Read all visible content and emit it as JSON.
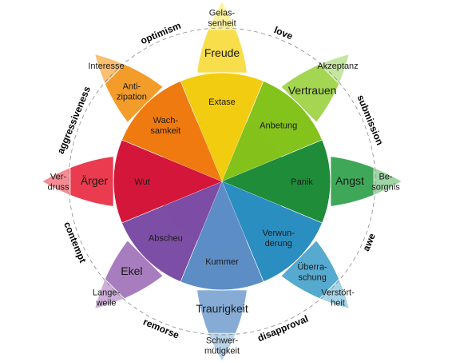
{
  "diagram": {
    "petals": [
      {
        "id": "joy",
        "tones": [
          "#fbf2a0",
          "#f8de4a",
          "#f2cc10"
        ],
        "labels": [
          [
            "Gelas-",
            "senheit"
          ],
          [
            "Freude"
          ],
          [
            "Extase"
          ]
        ]
      },
      {
        "id": "trust",
        "tones": [
          "#c4e6a0",
          "#a4d651",
          "#84c21c"
        ],
        "labels": [
          [
            "Akzeptanz"
          ],
          [
            "Vertrauen"
          ],
          [
            "Anbetung"
          ]
        ]
      },
      {
        "id": "fear",
        "tones": [
          "#9fd4a6",
          "#3fa858",
          "#1f8c3a"
        ],
        "labels": [
          [
            "Be-",
            "sorgnis"
          ],
          [
            "Angst"
          ],
          [
            "Panik"
          ]
        ]
      },
      {
        "id": "surprise",
        "tones": [
          "#a6d3e6",
          "#56a9cf",
          "#2a8ec0"
        ],
        "labels": [
          [
            "Verstört-",
            "heit"
          ],
          [
            "Überra-",
            "schung"
          ],
          [
            "Verwun-",
            "derung"
          ]
        ]
      },
      {
        "id": "sadness",
        "tones": [
          "#b9d3e8",
          "#86acd6",
          "#5c8dc5"
        ],
        "labels": [
          [
            "Schwer-",
            "mütigkeit"
          ],
          [
            "Traurigkeit"
          ],
          [
            "Kummer"
          ]
        ]
      },
      {
        "id": "disgust",
        "tones": [
          "#cdaed8",
          "#a87dbf",
          "#7d4ea6"
        ],
        "labels": [
          [
            "Lange-",
            "weile"
          ],
          [
            "Ekel"
          ],
          [
            "Abscheu"
          ]
        ]
      },
      {
        "id": "anger",
        "tones": [
          "#f58c93",
          "#ea3b4f",
          "#d4163b"
        ],
        "labels": [
          [
            "Ver-",
            "druss"
          ],
          [
            "Ärger"
          ],
          [
            "Wut"
          ]
        ]
      },
      {
        "id": "anticipation",
        "tones": [
          "#f9bf73",
          "#f39c2a",
          "#ef7a0f"
        ],
        "labels": [
          [
            "Interesse"
          ],
          [
            "Anti-",
            "zipation"
          ],
          [
            "Wach-",
            "samkeit"
          ]
        ]
      }
    ],
    "dyads": [
      "love",
      "submission",
      "awe",
      "disapproval",
      "remorse",
      "contempt",
      "aggressiveness",
      "optimism"
    ]
  }
}
